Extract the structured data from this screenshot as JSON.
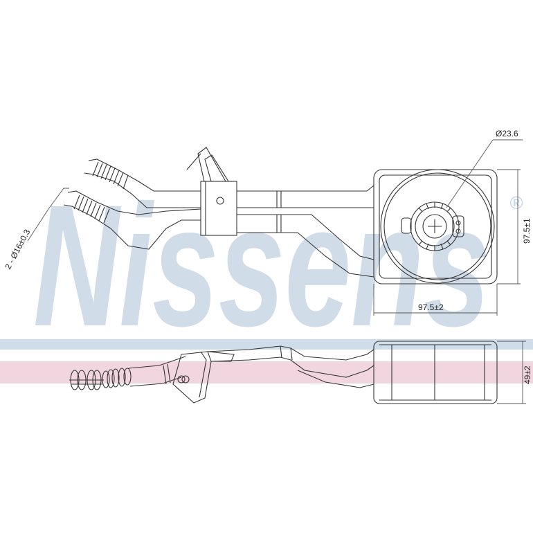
{
  "brand": {
    "watermark": "Nissens",
    "registered": "®",
    "watermark_color": "#c9d7e6",
    "stripe_pink": "#f2d6df",
    "stripe_blue": "#cfdcea"
  },
  "dimensions": {
    "port_diameter": "Ø23.6",
    "hose_ports": "2 - Ø16±0.3",
    "width": "97.5±2",
    "height": "97.5±1",
    "thickness": "49±2"
  }
}
